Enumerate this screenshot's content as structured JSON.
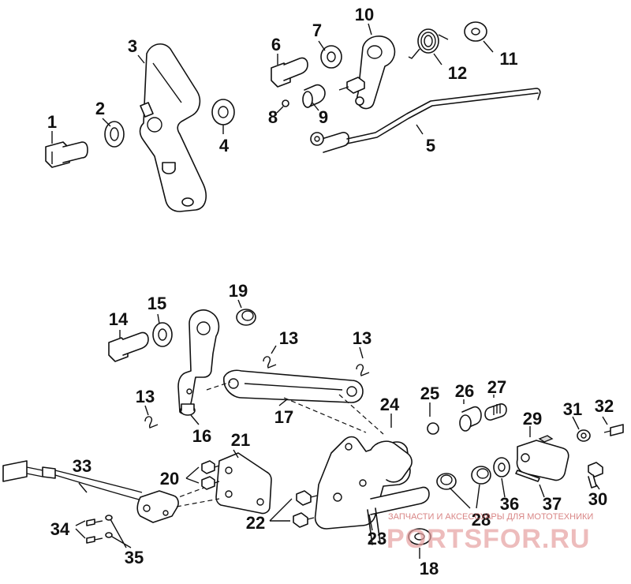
{
  "diagram": {
    "callouts": [
      "1",
      "2",
      "3",
      "4",
      "5",
      "6",
      "7",
      "8",
      "9",
      "10",
      "11",
      "12",
      "13",
      "13",
      "13",
      "14",
      "15",
      "16",
      "17",
      "18",
      "19",
      "20",
      "21",
      "22",
      "23",
      "24",
      "25",
      "26",
      "27",
      "28",
      "29",
      "30",
      "31",
      "32",
      "33",
      "34",
      "35",
      "36",
      "37"
    ]
  },
  "watermark": {
    "caption": "ЗАПЧАСТИ И АКСЕССУАРЫ ДЛЯ МОТОТЕХНИКИ",
    "logo": "PORTSFOR.RU"
  }
}
